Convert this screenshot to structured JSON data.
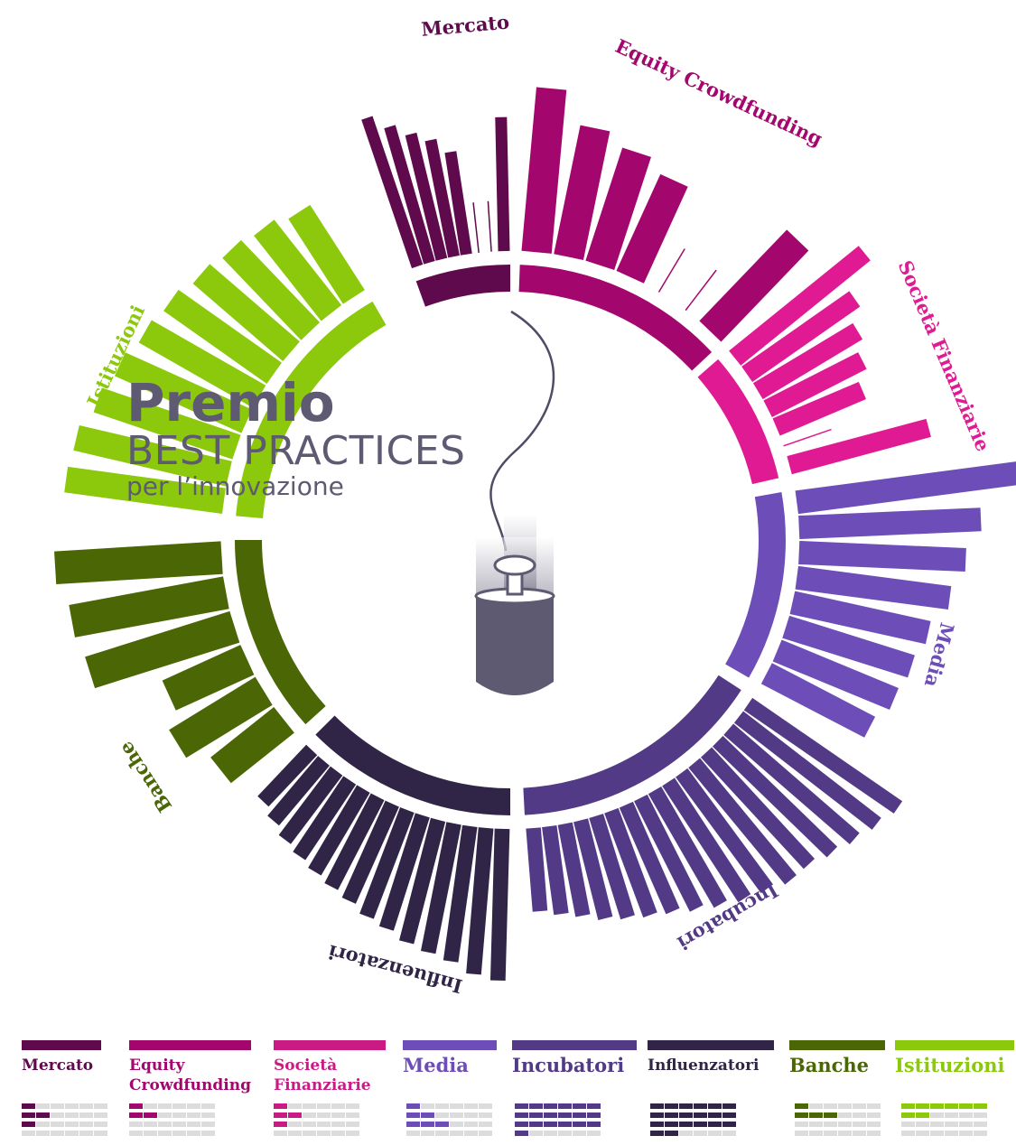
{
  "heading": {
    "line1": "Premio",
    "line2": "BEST PRACTICES",
    "line3": "per l’innovazione"
  },
  "chart_data": {
    "type": "radial-bar",
    "categories": [
      {
        "label": "Mercato",
        "color": "#5e0a4c",
        "bars": [
          0.62,
          0.56,
          0.51,
          0.47,
          0.41,
          0.2,
          0.2,
          0.53
        ]
      },
      {
        "label": "Equity Crowdfunding",
        "color": "#a3076e",
        "bars": [
          0.65,
          0.52,
          0.47,
          0.42,
          0.2,
          0.2,
          0.5
        ]
      },
      {
        "label": "Società Finanziarie",
        "color": "#df1a92",
        "bars": [
          0.66,
          0.52,
          0.46,
          0.42,
          0.37,
          0.2,
          0.57
        ]
      },
      {
        "label": "Media",
        "color": "#6d4db7",
        "bars": [
          0.9,
          0.72,
          0.66,
          0.61,
          0.55,
          0.52,
          0.5,
          0.46
        ]
      },
      {
        "label": "Incubatori",
        "color": "#533a86",
        "bars": [
          0.72,
          0.69,
          0.66,
          0.63,
          0.6,
          0.6,
          0.57,
          0.55,
          0.52,
          0.49,
          0.46,
          0.44,
          0.42,
          0.4,
          0.37,
          0.35,
          0.33
        ]
      },
      {
        "label": "Influenzatori",
        "color": "#302547",
        "bars": [
          0.6,
          0.58,
          0.54,
          0.52,
          0.5,
          0.47,
          0.45,
          0.42,
          0.4,
          0.38,
          0.36,
          0.34,
          0.31,
          0.28
        ]
      },
      {
        "label": "Banche",
        "color": "#4b6605",
        "bars": [
          0.32,
          0.4,
          0.34,
          0.6,
          0.62,
          0.66
        ]
      },
      {
        "label": "Istituzioni",
        "color": "#8cc90d",
        "bars": [
          0.63,
          0.62,
          0.58,
          0.55,
          0.52,
          0.5,
          0.47,
          0.45,
          0.43,
          0.4
        ]
      }
    ]
  },
  "legend": [
    {
      "label": "Mercato",
      "color": "#5e0a4c",
      "filled": [
        1,
        2,
        1,
        0
      ]
    },
    {
      "label": "Equity\nCrowdfunding",
      "color": "#a3076e",
      "filled": [
        1,
        2,
        0,
        0
      ]
    },
    {
      "label": "Società\nFinanziarie",
      "color": "#c91b83",
      "filled": [
        1,
        2,
        1,
        0
      ]
    },
    {
      "label": "Media",
      "color": "#6d4db7",
      "filled": [
        1,
        2,
        3,
        0
      ]
    },
    {
      "label": "Incubatori",
      "color": "#533a86",
      "filled": [
        6,
        6,
        6,
        1
      ]
    },
    {
      "label": "Influenzatori",
      "color": "#302547",
      "filled": [
        6,
        6,
        6,
        2
      ]
    },
    {
      "label": "Banche",
      "color": "#4b6605",
      "filled": [
        1,
        3,
        0,
        0
      ]
    },
    {
      "label": "Istituzioni",
      "color": "#8cc90d",
      "filled": [
        6,
        2,
        0,
        0
      ]
    }
  ]
}
